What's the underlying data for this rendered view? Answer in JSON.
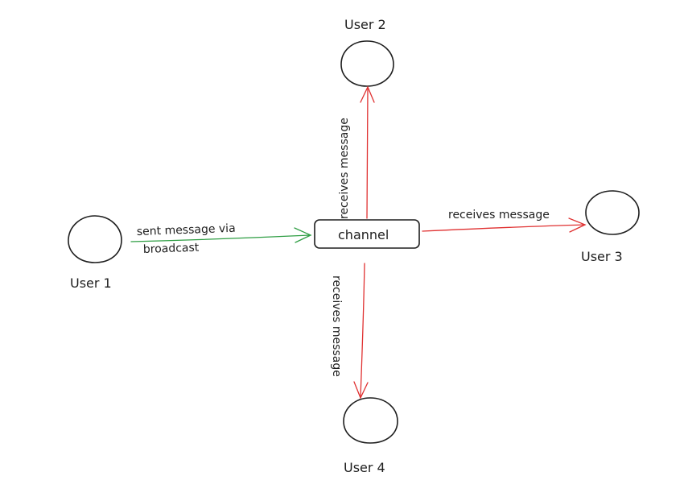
{
  "diagram": {
    "nodes": {
      "user1": "User 1",
      "user2": "User 2",
      "user3": "User 3",
      "user4": "User 4",
      "channel": "channel"
    },
    "edges": {
      "broadcast_line1": "sent message via",
      "broadcast_line2": "broadcast",
      "to_user2": "receives message",
      "to_user3": "receives message",
      "to_user4": "receives message"
    },
    "colors": {
      "send": "#2f9e44",
      "receive": "#e03131",
      "stroke": "#1e1e1e"
    }
  }
}
